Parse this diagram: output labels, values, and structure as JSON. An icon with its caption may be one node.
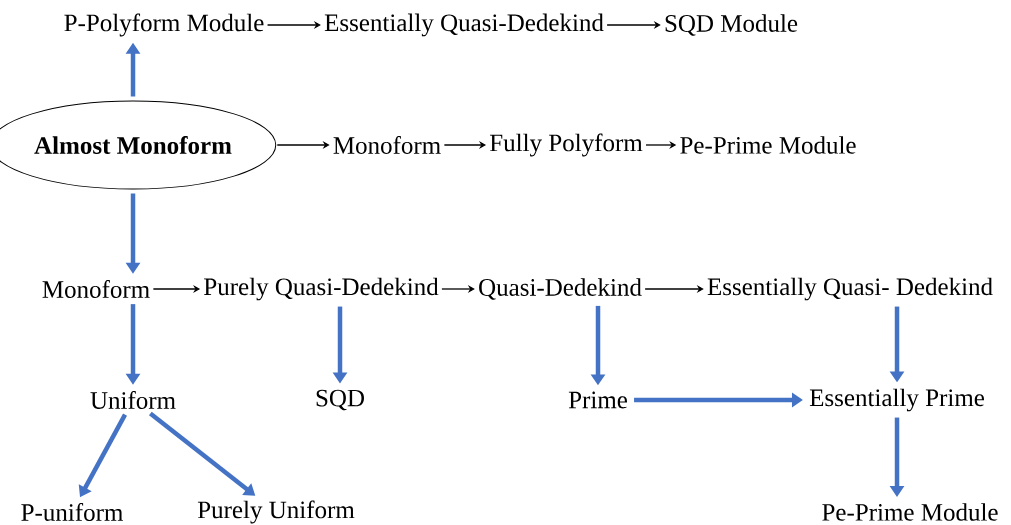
{
  "diagram": {
    "nodes": [
      {
        "text": [
          "P-Polyform Module"
        ]
      },
      {
        "text": [
          "Essentially Quasi-Dedekind"
        ]
      },
      {
        "text": [
          "SQD Module"
        ]
      },
      {
        "text": [
          "Almost Monoform"
        ]
      },
      {
        "text": [
          "Monoform"
        ]
      },
      {
        "text": [
          "Fully Polyform"
        ]
      },
      {
        "text": [
          "Pe-Prime Module"
        ]
      },
      {
        "text": [
          "Monoform"
        ]
      },
      {
        "text": [
          "Purely Quasi-Dedekind"
        ]
      },
      {
        "text": [
          "Quasi-Dedekind"
        ]
      },
      {
        "text": [
          "Essentially Quasi- Dedekind"
        ]
      },
      {
        "text": [
          "Uniform"
        ]
      },
      {
        "text": [
          "SQD"
        ]
      },
      {
        "text": [
          "Prime"
        ]
      },
      {
        "text": [
          "Essentially Prime"
        ]
      },
      {
        "text": [
          "P-uniform"
        ]
      },
      {
        "text": [
          "Purely Uniform"
        ]
      },
      {
        "text": [
          "Pe-Prime Module"
        ]
      }
    ],
    "edges": [
      {
        "from": 0,
        "to": 1,
        "arrow": "to",
        "color": "#000000"
      },
      {
        "from": 1,
        "to": 2,
        "arrow": "to",
        "color": "#000000"
      },
      {
        "from": 3,
        "to": 0,
        "arrow": "to"
      },
      {
        "from": 3,
        "to": 4,
        "arrow": "to",
        "color": "#000000"
      },
      {
        "from": 4,
        "to": 5,
        "arrow": "to",
        "color": "#000000"
      },
      {
        "from": 5,
        "to": 6,
        "arrow": "to",
        "color": "#000000"
      },
      {
        "from": 3,
        "to": 7,
        "arrow": "to"
      },
      {
        "from": 7,
        "to": 8,
        "arrow": "to",
        "color": "#000000"
      },
      {
        "from": 8,
        "to": 9,
        "arrow": "to",
        "color": "#000000"
      },
      {
        "from": 9,
        "to": 10,
        "arrow": "to",
        "color": "#000000"
      },
      {
        "from": 7,
        "to": 11,
        "arrow": "to"
      },
      {
        "from": 8,
        "to": 12,
        "arrow": "to"
      },
      {
        "from": 9,
        "to": 13,
        "arrow": "to"
      },
      {
        "from": 10,
        "to": 14,
        "arrow": "to"
      },
      {
        "from": 13,
        "to": 14,
        "arrow": "to"
      },
      {
        "from": 14,
        "to": 17,
        "arrow": "to"
      },
      {
        "from": 11,
        "to": 15,
        "arrow": "to"
      },
      {
        "from": 11,
        "to": 16,
        "arrow": "to"
      }
    ]
  }
}
